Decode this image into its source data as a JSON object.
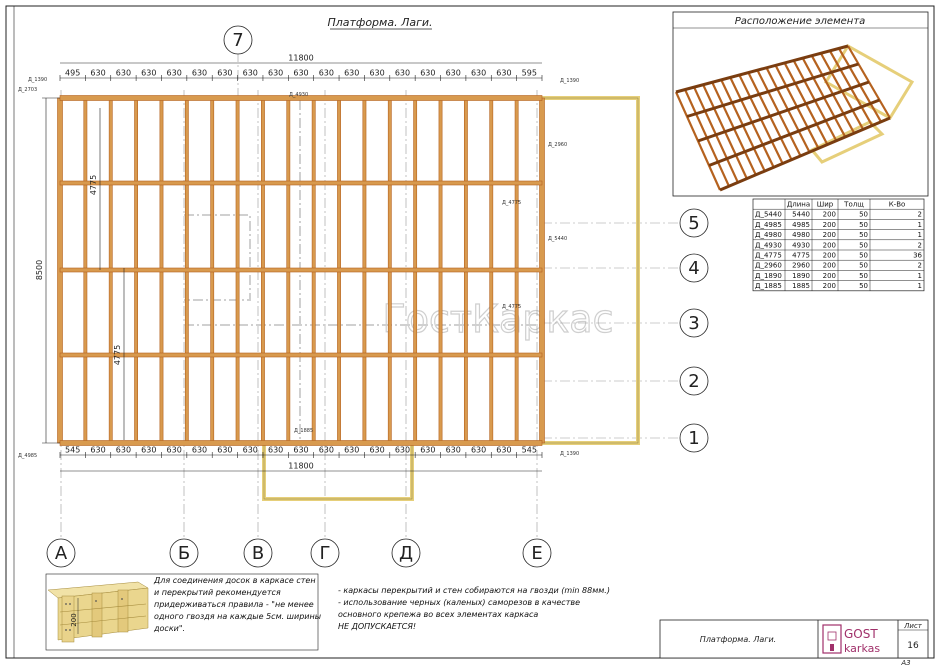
{
  "title": "Платформа. Лаги.",
  "inset_title": "Расположение элемента",
  "top_dims": [
    "495",
    "630",
    "630",
    "630",
    "630",
    "630",
    "630",
    "630",
    "630",
    "630",
    "630",
    "630",
    "630",
    "630",
    "630",
    "630",
    "630",
    "630",
    "595"
  ],
  "bottom_dims": [
    "545",
    "630",
    "630",
    "630",
    "630",
    "630",
    "630",
    "630",
    "630",
    "630",
    "630",
    "630",
    "630",
    "630",
    "630",
    "630",
    "630",
    "630",
    "545"
  ],
  "total_top": "11800",
  "total_bottom": "11800",
  "height_total": "8500",
  "dim_4775_a": "4775",
  "dim_4775_b": "4775",
  "labels": {
    "d1390_top": "Д_1390",
    "d2703": "Д_2703",
    "d1390_right": "Д_1390",
    "d4930": "Д_4930",
    "d2960": "Д_2960",
    "d4775_a": "Д_4775",
    "d5440": "Д_5440",
    "d4775_b": "Д_4775",
    "d1885": "Д_1885",
    "d4985": "Д_4985",
    "d1390_bot": "Д_1390"
  },
  "axes_letters": [
    "А",
    "Б",
    "В",
    "Г",
    "Д",
    "Е"
  ],
  "axes_numbers": [
    "5",
    "4",
    "3",
    "2",
    "1"
  ],
  "axis_top": "7",
  "watermark": "ГостКаркас",
  "table": {
    "headers": [
      "",
      "Длина",
      "Шир",
      "Толщ",
      "К-Во"
    ],
    "rows": [
      [
        "Д_5440",
        "5440",
        "200",
        "50",
        "2"
      ],
      [
        "Д_4985",
        "4985",
        "200",
        "50",
        "1"
      ],
      [
        "Д_4980",
        "4980",
        "200",
        "50",
        "1"
      ],
      [
        "Д_4930",
        "4930",
        "200",
        "50",
        "2"
      ],
      [
        "Д_4775",
        "4775",
        "200",
        "50",
        "36"
      ],
      [
        "Д_2960",
        "2960",
        "200",
        "50",
        "2"
      ],
      [
        "Д_1890",
        "1890",
        "200",
        "50",
        "1"
      ],
      [
        "Д_1885",
        "1885",
        "200",
        "50",
        "1"
      ]
    ]
  },
  "note_left": [
    "Для соединения досок в каркасе стен",
    "и перекрытий рекомендуется",
    "придерживаться правила - \"не менее",
    "одного гвоздя на каждые 5см. ширины",
    "доски\"."
  ],
  "board_dim": "200",
  "note_right": [
    "- каркасы перекрытий и стен собираются на гвозди (min 88мм.)",
    "- использование черных (каленых) саморезов в качестве",
    "   основного крепежа во всех элементах каркаса",
    "   НЕ ДОПУСКАЕТСЯ!"
  ],
  "stamp": {
    "title": "Платформа. Лаги.",
    "logo_top": "GOST",
    "logo_bottom": "karkas",
    "sheet_label": "Лист",
    "sheet_num": "16",
    "format": "А3"
  },
  "colors": {
    "wood": "#b5621f",
    "wood_light": "#d89a4e",
    "frame": "#e6cf7a",
    "ink": "#222222"
  }
}
